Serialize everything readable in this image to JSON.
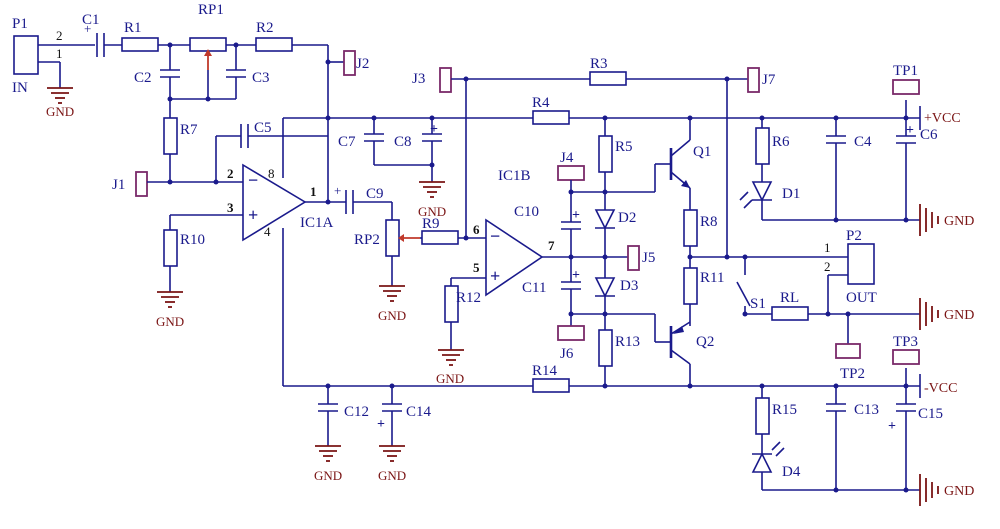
{
  "labels": {
    "p1": "P1",
    "in": "IN",
    "c1": "C1",
    "r1": "R1",
    "rp1": "RP1",
    "r2": "R2",
    "j2": "J2",
    "c2": "C2",
    "c3": "C3",
    "r7": "R7",
    "c5": "C5",
    "j1": "J1",
    "r10": "R10",
    "ic1a": "IC1A",
    "c9": "C9",
    "rp2": "RP2",
    "r9": "R9",
    "r12": "R12",
    "ic1b": "IC1B",
    "j3": "J3",
    "r3": "R3",
    "j7": "J7",
    "r4": "R4",
    "c7": "C7",
    "c8": "C8",
    "j4": "J4",
    "r5": "R5",
    "c10": "C10",
    "d2": "D2",
    "j5": "J5",
    "c11": "C11",
    "d3": "D3",
    "j6": "J6",
    "r13": "R13",
    "r8": "R8",
    "r11": "R11",
    "q1": "Q1",
    "q2": "Q2",
    "r6": "R6",
    "d1": "D1",
    "c4": "C4",
    "c6": "C6",
    "tp1": "TP1",
    "vcc_pos": "+VCC",
    "p2": "P2",
    "out": "OUT",
    "s1": "S1",
    "rl": "RL",
    "tp2": "TP2",
    "r14": "R14",
    "c12": "C12",
    "c14": "C14",
    "r15": "R15",
    "d4": "D4",
    "c13": "C13",
    "c15": "C15",
    "tp3": "TP3",
    "vcc_neg": "-VCC"
  },
  "pins": {
    "p1_2": "2",
    "p1_1": "1",
    "u1_2": "2",
    "u1_3": "3",
    "u1_8": "8",
    "u1_4": "4",
    "u1_1": "1",
    "u2_6": "6",
    "u2_5": "5",
    "u2_7": "7",
    "p2_1": "1",
    "p2_2": "2"
  },
  "gnd": {
    "label": "GND"
  },
  "opamp_signs": {
    "minus": "−",
    "plus": "+"
  }
}
